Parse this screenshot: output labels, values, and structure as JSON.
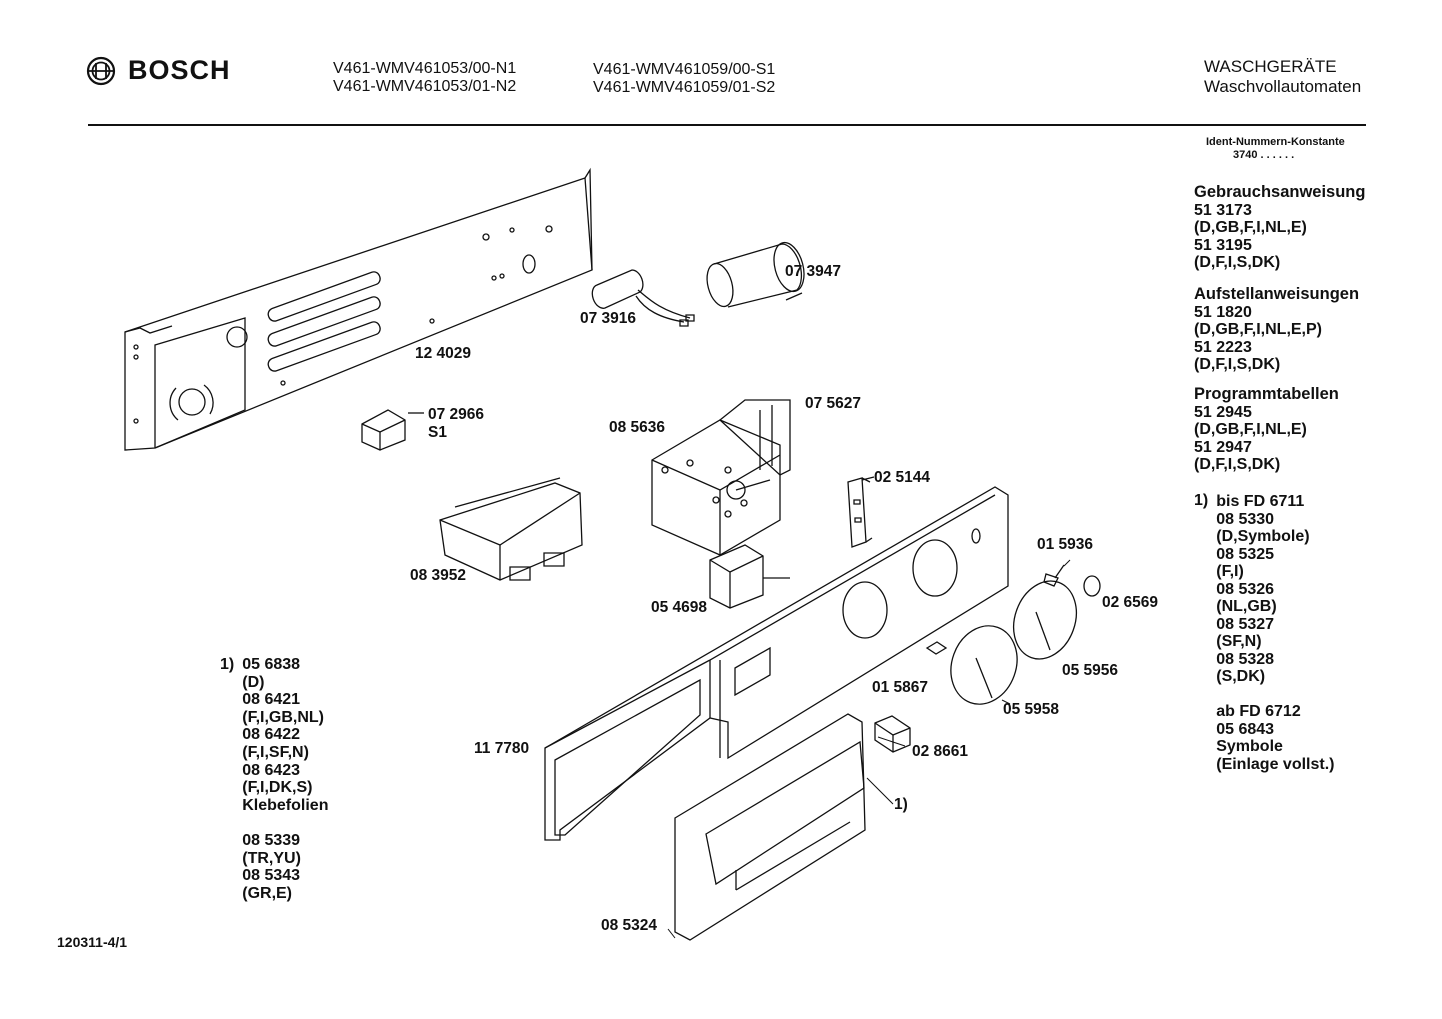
{
  "header": {
    "brand": "BOSCH",
    "models_col1": [
      "V461-WMV461053/00-N1",
      "V461-WMV461053/01-N2"
    ],
    "models_col2": [
      "V461-WMV461059/00-S1",
      "V461-WMV461059/01-S2"
    ],
    "category": "WASCHGERÄTE",
    "subcategory": "Waschvollautomaten"
  },
  "ident": {
    "label": "Ident-Nummern-Konstante",
    "value": "3740  . .   . . . ."
  },
  "sidebar": {
    "sections": [
      {
        "heading": "Gebrauchsanweisung",
        "lines": [
          "51 3173",
          "(D,GB,F,I,NL,E)",
          "51 3195",
          "(D,F,I,S,DK)"
        ]
      },
      {
        "heading": "Aufstellanweisungen",
        "lines": [
          "51 1820",
          "(D,GB,F,I,NL,E,P)",
          "51 2223",
          "(D,F,I,S,DK)"
        ]
      },
      {
        "heading": "Programmtabellen",
        "lines": [
          "51 2945",
          "(D,GB,F,I,NL,E)",
          "51 2947",
          "(D,F,I,S,DK)"
        ]
      }
    ],
    "note_marker": "1)",
    "note_lines": [
      "bis FD 6711",
      "08 5330",
      "(D,Symbole)",
      "08 5325",
      "(F,I)",
      "08 5326",
      "(NL,GB)",
      "08 5327",
      "(SF,N)",
      "08 5328",
      "(S,DK)",
      "",
      "ab FD 6712",
      "05 6843",
      "Symbole",
      "(Einlage vollst.)"
    ]
  },
  "left_notes": {
    "marker": "1)",
    "lines": [
      "05 6838",
      "(D)",
      "08 6421",
      "(F,I,GB,NL)",
      "08 6422",
      "(F,I,SF,N)",
      "08 6423",
      "(F,I,DK,S)",
      "Klebefolien",
      "",
      "08 5339",
      "(TR,YU)",
      "08 5343",
      "(GR,E)"
    ]
  },
  "callouts": [
    {
      "id": "c-124029",
      "text": "12 4029"
    },
    {
      "id": "c-073916",
      "text": "07 3916"
    },
    {
      "id": "c-073947",
      "text": "07 3947"
    },
    {
      "id": "c-072966",
      "text": "07 2966"
    },
    {
      "id": "c-s1",
      "text": "S1"
    },
    {
      "id": "c-075627",
      "text": "07 5627"
    },
    {
      "id": "c-085636",
      "text": "08 5636"
    },
    {
      "id": "c-025144",
      "text": "02 5144"
    },
    {
      "id": "c-083952",
      "text": "08 3952"
    },
    {
      "id": "c-015936",
      "text": "01 5936"
    },
    {
      "id": "c-026569",
      "text": "02 6569"
    },
    {
      "id": "c-054698",
      "text": "05 4698"
    },
    {
      "id": "c-055956",
      "text": "05 5956"
    },
    {
      "id": "c-015867",
      "text": "01 5867"
    },
    {
      "id": "c-055958",
      "text": "05 5958"
    },
    {
      "id": "c-117780",
      "text": "11 7780"
    },
    {
      "id": "c-028661",
      "text": "02 8661"
    },
    {
      "id": "c-ref1",
      "text": "1)"
    },
    {
      "id": "c-085324",
      "text": "08 5324"
    }
  ],
  "footer": {
    "code": "120311-4/1"
  }
}
